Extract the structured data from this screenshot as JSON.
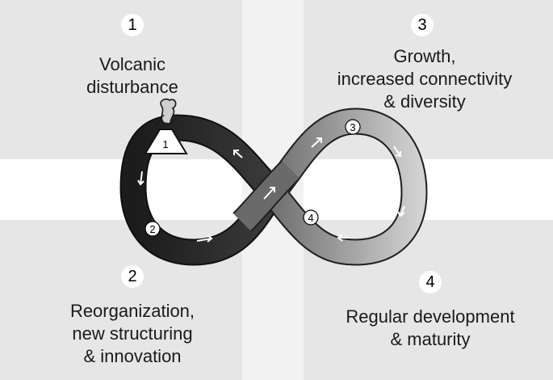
{
  "phases": [
    {
      "number": "1",
      "line1": "Volcanic",
      "line2": "disturbance",
      "line3": ""
    },
    {
      "number": "2",
      "line1": "Reorganization,",
      "line2": "new structuring",
      "line3": "& innovation"
    },
    {
      "number": "3",
      "line1": "Growth,",
      "line2": "increased connectivity",
      "line3": "& diversity"
    },
    {
      "number": "4",
      "line1": "Regular development",
      "line2": "& maturity",
      "line3": ""
    }
  ],
  "loop_markers": [
    "1",
    "2",
    "3",
    "4"
  ],
  "icons": {
    "volcano": "volcano-icon",
    "flow_arrow": "arrow-icon"
  },
  "colors": {
    "quadrant": "#e6e6e6",
    "loop_dark": "#2a2a2a",
    "loop_light": "#d2d2d2",
    "arrow": "#ffffff"
  }
}
